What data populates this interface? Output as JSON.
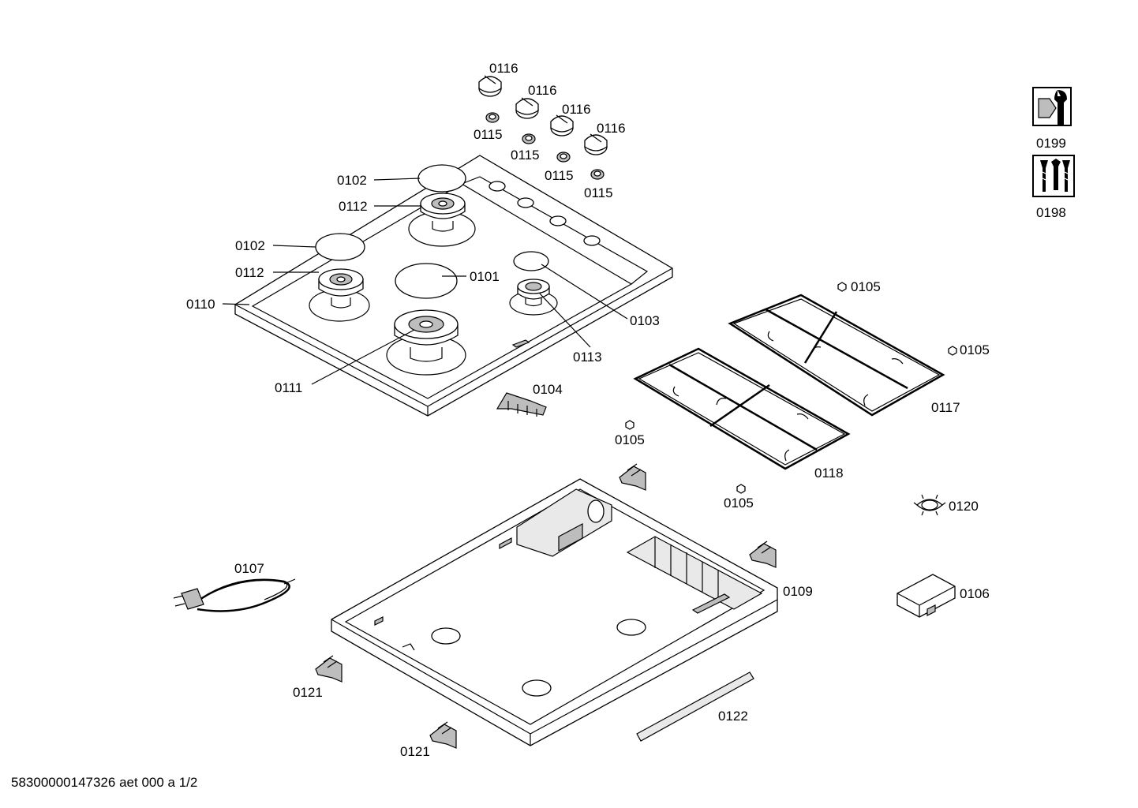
{
  "diagram": {
    "part_labels": {
      "p0101": "0101",
      "p0102_a": "0102",
      "p0102_b": "0102",
      "p0103": "0103",
      "p0104": "0104",
      "p0105_a": "0105",
      "p0105_b": "0105",
      "p0105_c": "0105",
      "p0105_d": "0105",
      "p0106": "0106",
      "p0107": "0107",
      "p0109": "0109",
      "p0110": "0110",
      "p0111": "0111",
      "p0112_a": "0112",
      "p0112_b": "0112",
      "p0113": "0113",
      "p0115_a": "0115",
      "p0115_b": "0115",
      "p0115_c": "0115",
      "p0115_d": "0115",
      "p0116_a": "0116",
      "p0116_b": "0116",
      "p0116_c": "0116",
      "p0116_d": "0116",
      "p0117": "0117",
      "p0118": "0118",
      "p0120": "0120",
      "p0121_a": "0121",
      "p0121_b": "0121",
      "p0122": "0122",
      "p0198": "0198",
      "p0199": "0199"
    }
  },
  "footer": {
    "drawing_id": "58300000147326 aet 000 a 1/2"
  }
}
